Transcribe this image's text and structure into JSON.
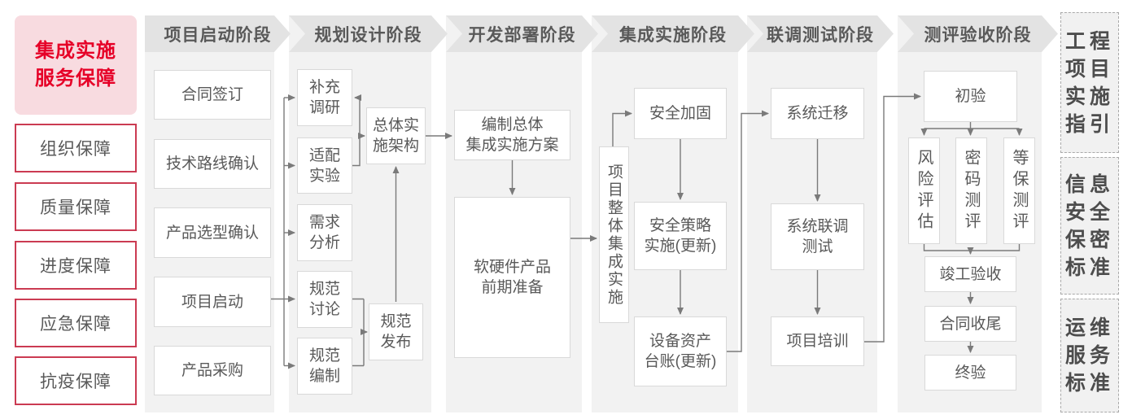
{
  "colors": {
    "accent_red": "#e60027",
    "guarantee_border_red": "#cb3b52",
    "title_pink_bg": "#f8dbe0",
    "phase_header_bg": "#e3e3e3",
    "column_bg": "#f2f2f2",
    "node_border": "#d9d9d9",
    "text_gray": "#595959",
    "connector_gray": "#7a7a7a"
  },
  "left_panel": {
    "title": "集成实施\n服务保障",
    "items": [
      "组织保障",
      "质量保障",
      "进度保障",
      "应急保障",
      "抗疫保障"
    ]
  },
  "phases": [
    {
      "label": "项目启动阶段"
    },
    {
      "label": "规划设计阶段"
    },
    {
      "label": "开发部署阶段"
    },
    {
      "label": "集成实施阶段"
    },
    {
      "label": "联调测试阶段"
    },
    {
      "label": "测评验收阶段"
    }
  ],
  "nodes": {
    "contract_signing": "合同签订",
    "tech_route_confirm": "技术路线确认",
    "product_selection_confirm": "产品选型确认",
    "project_kickoff": "项目启动",
    "product_procurement": "产品采购",
    "supplementary_research": "补充\n调研",
    "adaptation_test": "适配\n实验",
    "requirement_analysis": "需求\n分析",
    "spec_discussion": "规范\n讨论",
    "spec_drafting": "规范\n编制",
    "overall_impl_architecture": "总体实\n施架构",
    "spec_release": "规范\n发布",
    "overall_integration_plan": "编制总体\n集成实施方案",
    "hw_sw_preparation": "软硬件产品\n前期准备",
    "overall_integration_impl": "项目整体集成实施",
    "security_hardening": "安全加固",
    "security_policy_impl": "安全策略\n实施(更新)",
    "asset_ledger_update": "设备资产\n台账(更新)",
    "system_migration": "系统迁移",
    "system_joint_test": "系统联调\n测试",
    "project_training": "项目培训",
    "preliminary_acceptance": "初验",
    "risk_assessment": "风险评估",
    "crypto_evaluation": "密码测评",
    "mlps_evaluation": "等保测评",
    "completion_acceptance": "竣工验收",
    "contract_closure": "合同收尾",
    "final_acceptance": "终验"
  },
  "right_panel": {
    "items": [
      "工程\n项目\n实施\n指引",
      "信息\n安全\n保密\n标准",
      "运维\n服务\n标准"
    ]
  }
}
